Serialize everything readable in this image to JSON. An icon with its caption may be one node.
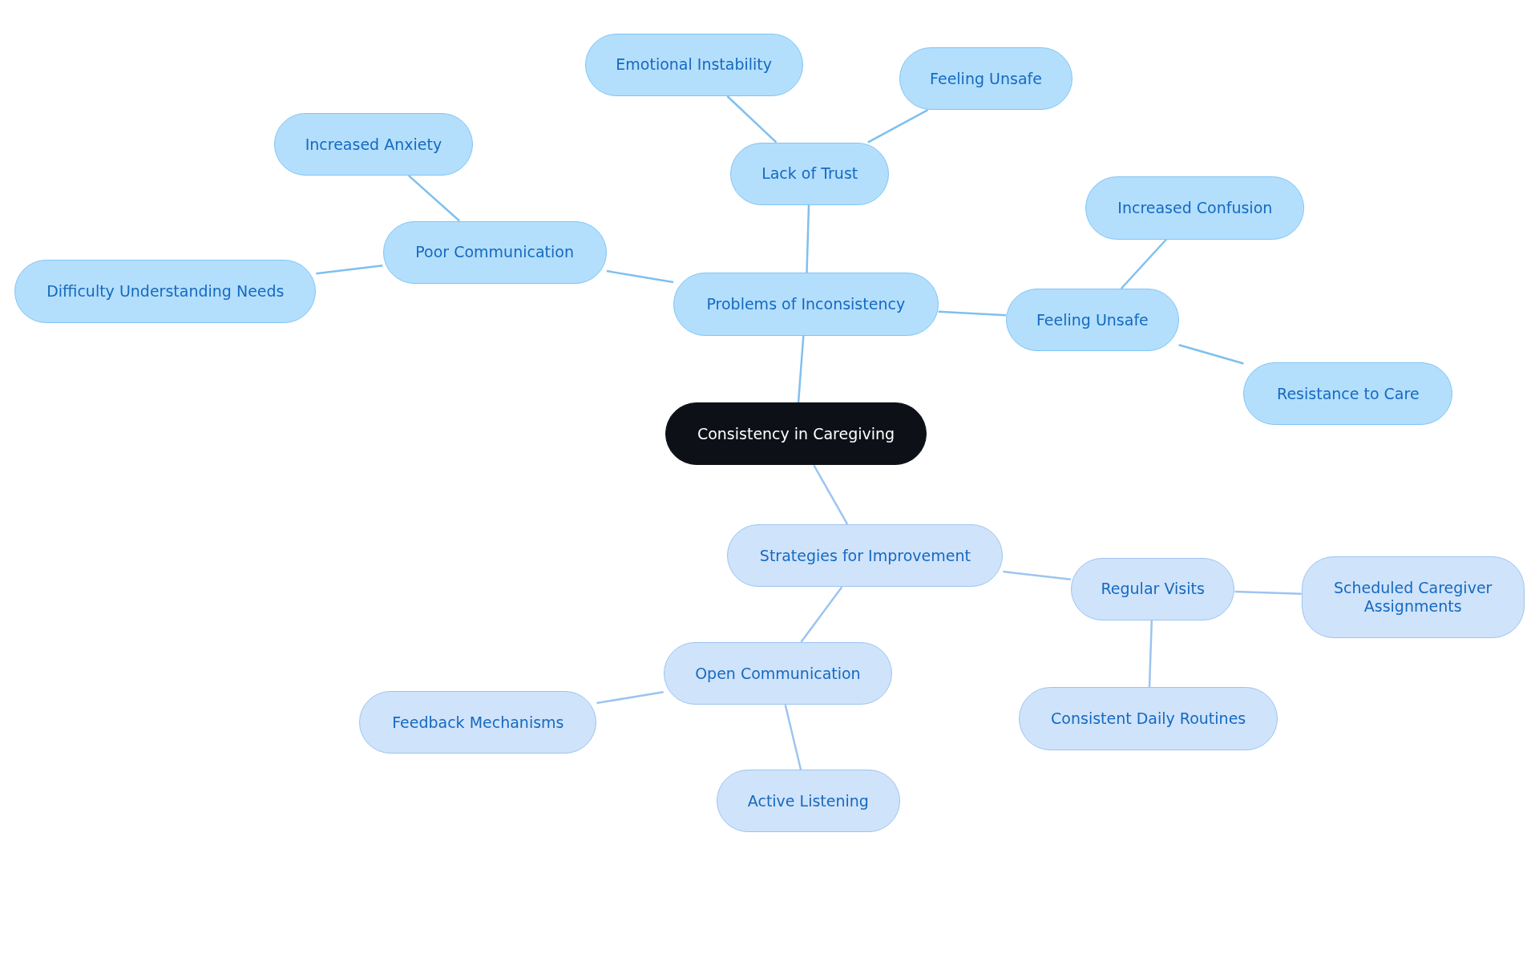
{
  "diagram": {
    "nodes": [
      {
        "text": [
          "Consistency in Caregiving"
        ]
      },
      {
        "text": [
          "Problems of Inconsistency"
        ]
      },
      {
        "text": [
          "Lack of Trust"
        ]
      },
      {
        "text": [
          "Emotional Instability"
        ]
      },
      {
        "text": [
          "Feeling Unsafe"
        ]
      },
      {
        "text": [
          "Poor Communication"
        ]
      },
      {
        "text": [
          "Increased Anxiety"
        ]
      },
      {
        "text": [
          "Difficulty Understanding Needs"
        ]
      },
      {
        "text": [
          "Feeling Unsafe"
        ]
      },
      {
        "text": [
          "Increased Confusion"
        ]
      },
      {
        "text": [
          "Resistance to Care"
        ]
      },
      {
        "text": [
          "Strategies for Improvement"
        ]
      },
      {
        "text": [
          "Regular Visits"
        ]
      },
      {
        "text": [
          "Scheduled Caregiver Assignments"
        ]
      },
      {
        "text": [
          "Consistent Daily Routines"
        ]
      },
      {
        "text": [
          "Open Communication"
        ]
      },
      {
        "text": [
          "Feedback Mechanisms"
        ]
      },
      {
        "text": [
          "Active Listening"
        ]
      }
    ],
    "edges": [
      {
        "from": 0,
        "to": 1,
        "arrow": "none"
      },
      {
        "from": 1,
        "to": 2,
        "arrow": "none"
      },
      {
        "from": 2,
        "to": 3,
        "arrow": "none"
      },
      {
        "from": 2,
        "to": 4,
        "arrow": "none"
      },
      {
        "from": 1,
        "to": 5,
        "arrow": "none"
      },
      {
        "from": 5,
        "to": 6,
        "arrow": "none"
      },
      {
        "from": 5,
        "to": 7,
        "arrow": "none"
      },
      {
        "from": 1,
        "to": 8,
        "arrow": "none"
      },
      {
        "from": 8,
        "to": 9,
        "arrow": "none"
      },
      {
        "from": 8,
        "to": 10,
        "arrow": "none"
      },
      {
        "from": 0,
        "to": 11,
        "arrow": "none",
        "color": "#9dc4f0"
      },
      {
        "from": 11,
        "to": 12,
        "arrow": "none",
        "color": "#9dc4f0"
      },
      {
        "from": 12,
        "to": 13,
        "arrow": "none",
        "color": "#9dc4f0"
      },
      {
        "from": 12,
        "to": 14,
        "arrow": "none",
        "color": "#9dc4f0"
      },
      {
        "from": 11,
        "to": 15,
        "arrow": "none",
        "color": "#9dc4f0"
      },
      {
        "from": 15,
        "to": 16,
        "arrow": "none",
        "color": "#9dc4f0"
      },
      {
        "from": 15,
        "to": 17,
        "arrow": "none",
        "color": "#9dc4f0"
      }
    ]
  }
}
